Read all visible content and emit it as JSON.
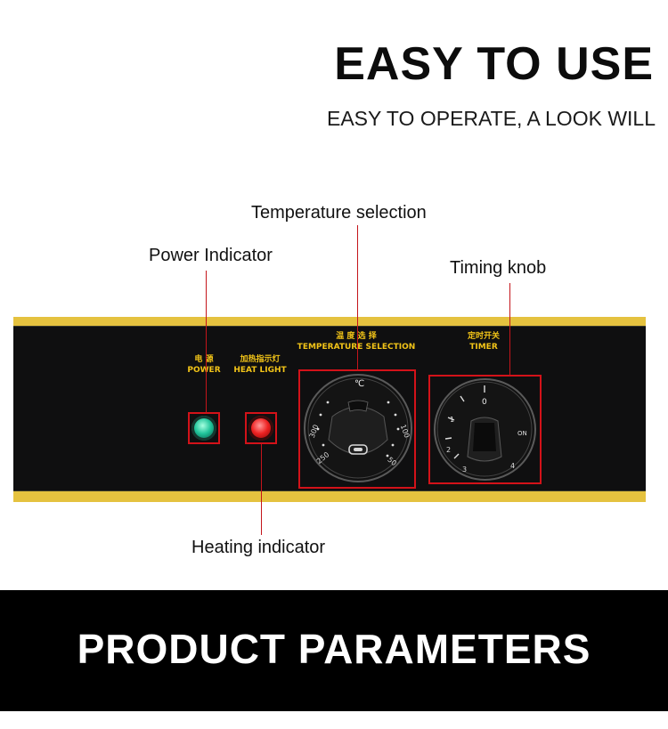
{
  "header": {
    "title": "EASY TO USE",
    "subtitle": "EASY TO OPERATE, A LOOK WILL"
  },
  "callouts": {
    "temperature": "Temperature selection",
    "power": "Power Indicator",
    "timing": "Timing knob",
    "heating": "Heating indicator"
  },
  "panel": {
    "power_cn": "电 源",
    "power_en": "POWER",
    "heat_cn": "加热指示灯",
    "heat_en": "HEAT LIGHT",
    "temp_cn": "温 度 选 择",
    "temp_en": "TEMPERATURE SELECTION",
    "timer_cn": "定时开关",
    "timer_en": "TIMER",
    "temp_unit": "℃",
    "temp_marks": [
      "300",
      "250",
      "50",
      "100"
    ],
    "timer_marks": [
      "0",
      "1",
      "2",
      "3",
      "4",
      "ON"
    ]
  },
  "footer": {
    "title": "PRODUCT PARAMETERS"
  },
  "colors": {
    "accent_red": "#d31219",
    "panel_gold": "#e5c23f",
    "label_yellow": "#f2c418",
    "power_lamp": "#20c49a",
    "heat_lamp": "#ee2222"
  },
  "icons": [
    "power-lamp-icon",
    "heat-lamp-icon",
    "temperature-knob-icon",
    "timer-knob-icon"
  ]
}
